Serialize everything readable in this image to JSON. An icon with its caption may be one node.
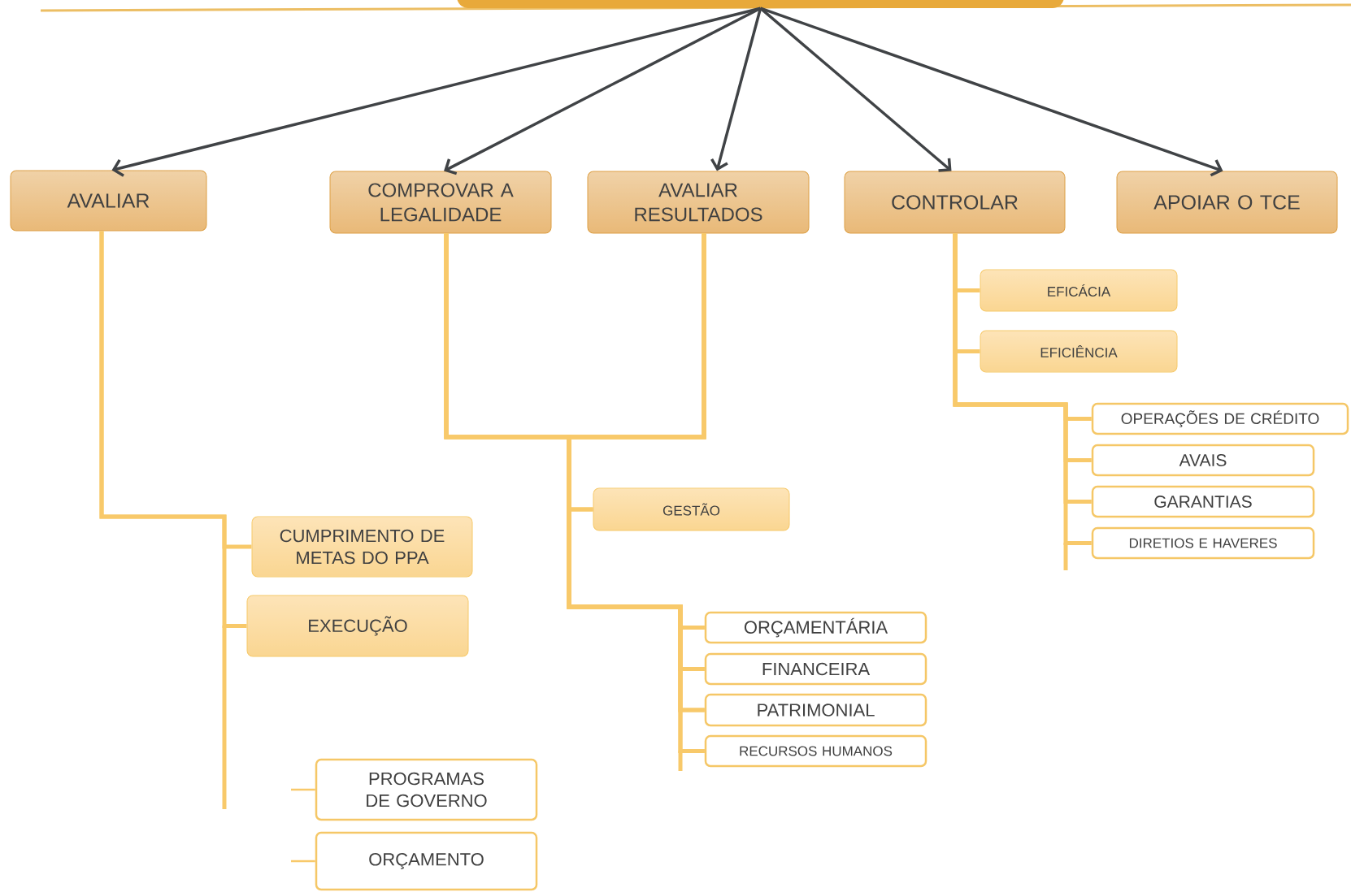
{
  "diagram": {
    "nodes": [
      {
        "text": [],
        "shape": "box"
      },
      {
        "text": [
          "AVALIAR"
        ]
      },
      {
        "text": [
          "COMPROVAR A LEGALIDADE"
        ]
      },
      {
        "text": [
          "AVALIAR RESULTADOS"
        ]
      },
      {
        "text": [
          "CONTROLAR"
        ]
      },
      {
        "text": [
          "APOIAR O TCE"
        ]
      },
      {
        "text": [
          "CUMPRIMENTO DE METAS DO PPA"
        ]
      },
      {
        "text": [
          "EXECUÇÃO"
        ]
      },
      {
        "text": [
          "PROGRAMAS DE GOVERNO"
        ]
      },
      {
        "text": [
          "ORÇAMENTO"
        ]
      },
      {
        "text": [
          "GESTÃO"
        ]
      },
      {
        "text": [
          "ORÇAMENTÁRIA"
        ]
      },
      {
        "text": [
          "FINANCEIRA"
        ]
      },
      {
        "text": [
          "PATRIMONIAL"
        ]
      },
      {
        "text": [
          "RECURSOS HUMANOS"
        ]
      },
      {
        "text": [
          "EFICÁCIA"
        ]
      },
      {
        "text": [
          "EFICIÊNCIA"
        ]
      },
      {
        "text": [
          "OPERAÇÕES DE CRÉDITO"
        ]
      },
      {
        "text": [
          "AVAIS"
        ]
      },
      {
        "text": [
          "GARANTIAS"
        ]
      },
      {
        "text": [
          "DIRETIOS E HAVERES"
        ]
      }
    ],
    "edges": [
      {
        "from": 0,
        "to": 1,
        "arrow": "to",
        "color": "#404346"
      },
      {
        "from": 0,
        "to": 2,
        "arrow": "to",
        "color": "#404346"
      },
      {
        "from": 0,
        "to": 3,
        "arrow": "to",
        "color": "#404346"
      },
      {
        "from": 0,
        "to": 4,
        "arrow": "to",
        "color": "#404346"
      },
      {
        "from": 0,
        "to": 5,
        "arrow": "to",
        "color": "#404346"
      },
      {
        "from": 1,
        "to": 6,
        "arrow": "none"
      },
      {
        "from": 1,
        "to": 7,
        "arrow": "none"
      },
      {
        "from": null,
        "to": 8,
        "arrow": "none"
      },
      {
        "from": null,
        "to": 9,
        "arrow": "none"
      },
      {
        "from": 2,
        "to": 10,
        "arrow": "none"
      },
      {
        "from": 2,
        "to": 11,
        "arrow": "none"
      },
      {
        "from": 2,
        "to": 12,
        "arrow": "none"
      },
      {
        "from": 2,
        "to": 13,
        "arrow": "none"
      },
      {
        "from": 2,
        "to": 14,
        "arrow": "none"
      },
      {
        "from": 3,
        "to": 10,
        "arrow": "none"
      },
      {
        "from": 3,
        "to": 11,
        "arrow": "none"
      },
      {
        "from": 3,
        "to": 12,
        "arrow": "none"
      },
      {
        "from": 3,
        "to": 13,
        "arrow": "none"
      },
      {
        "from": 3,
        "to": 14,
        "arrow": "none"
      },
      {
        "from": 4,
        "to": 15,
        "arrow": "none"
      },
      {
        "from": 4,
        "to": 16,
        "arrow": "none"
      },
      {
        "from": 4,
        "to": 17,
        "arrow": "none"
      },
      {
        "from": 4,
        "to": 18,
        "arrow": "none"
      },
      {
        "from": 4,
        "to": 19,
        "arrow": "none"
      },
      {
        "from": 4,
        "to": 20,
        "arrow": "none"
      }
    ]
  }
}
